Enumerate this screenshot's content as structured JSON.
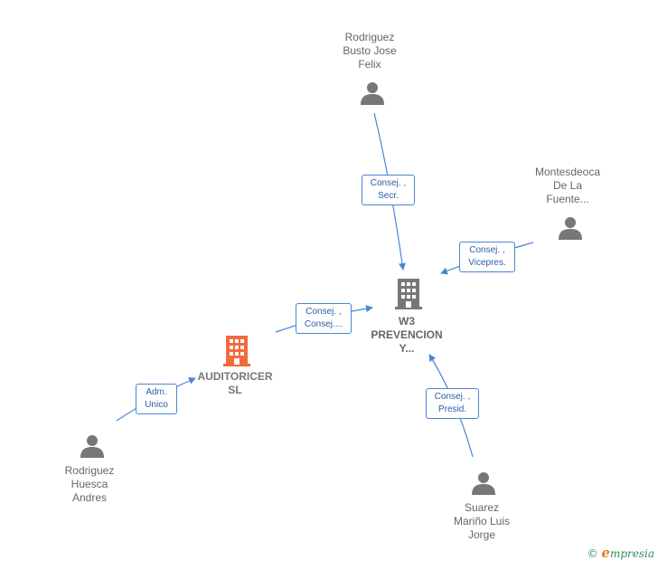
{
  "colors": {
    "edge": "#4a86d4",
    "person_icon": "#777777",
    "company_icon": "#777777",
    "main_company_icon": "#f26a3d",
    "label_text": "#666666"
  },
  "nodes": {
    "rodriguez_busto": {
      "lines": [
        "Rodriguez",
        "Busto Jose",
        "Felix"
      ],
      "icon": "person-icon"
    },
    "montesdeoca": {
      "lines": [
        "Montesdeoca",
        "De La",
        "Fuente..."
      ],
      "icon": "person-icon"
    },
    "w3": {
      "lines": [
        "W3",
        "PREVENCION",
        "Y..."
      ],
      "icon": "building-icon"
    },
    "auditoricer": {
      "lines": [
        "AUDITORICER",
        "SL"
      ],
      "icon": "building-icon"
    },
    "rodriguez_huesca": {
      "lines": [
        "Rodriguez",
        "Huesca",
        "Andres"
      ],
      "icon": "person-icon"
    },
    "suarez": {
      "lines": [
        "Suarez",
        "Mariño Luis",
        "Jorge"
      ],
      "icon": "person-icon"
    }
  },
  "edges": {
    "busto_to_w3": {
      "lines": [
        "Consej. ,",
        "Secr."
      ]
    },
    "montesdeoca_to_w3": {
      "lines": [
        "Consej. ,",
        "Vicepres."
      ]
    },
    "auditoricer_to_w3": {
      "lines": [
        "Consej. ,",
        "Consej...."
      ]
    },
    "huesca_to_auditoricer": {
      "lines": [
        "Adm.",
        "Unico"
      ]
    },
    "suarez_to_w3": {
      "lines": [
        "Consej. ,",
        "Presid."
      ]
    }
  },
  "watermark": {
    "symbol": "©",
    "brand_initial": "e",
    "brand_rest": "mpresia"
  }
}
